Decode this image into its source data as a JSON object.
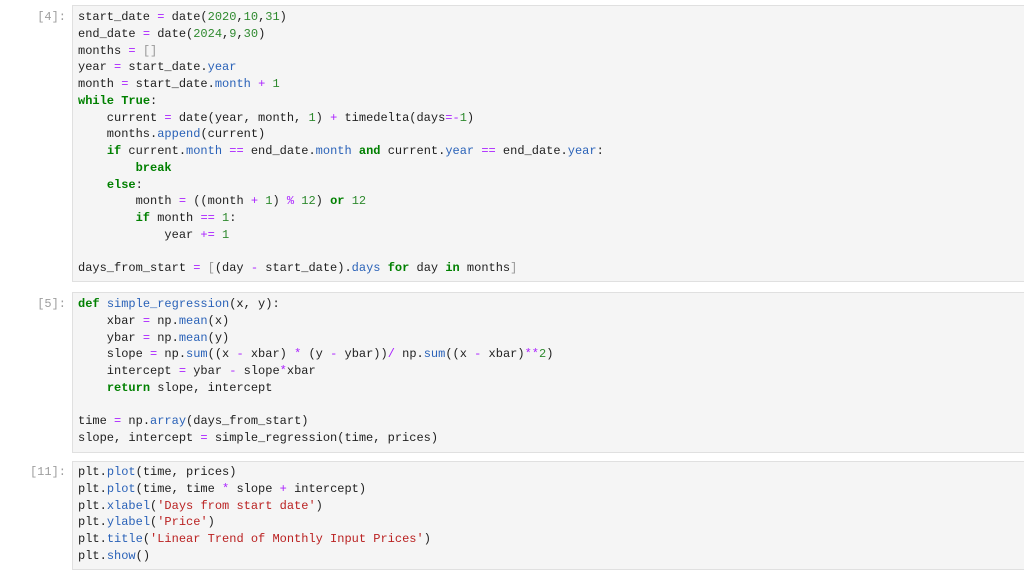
{
  "cells": [
    {
      "prompt": "[4]:",
      "lines": [
        [
          [
            "n",
            "start_date "
          ],
          [
            "o",
            "="
          ],
          [
            "n",
            " date("
          ],
          [
            "m",
            "2020"
          ],
          [
            "n",
            ","
          ],
          [
            "m",
            "10"
          ],
          [
            "n",
            ","
          ],
          [
            "m",
            "31"
          ],
          [
            "n",
            ")"
          ]
        ],
        [
          [
            "n",
            "end_date "
          ],
          [
            "o",
            "="
          ],
          [
            "n",
            " date("
          ],
          [
            "m",
            "2024"
          ],
          [
            "n",
            ","
          ],
          [
            "m",
            "9"
          ],
          [
            "n",
            ","
          ],
          [
            "m",
            "30"
          ],
          [
            "n",
            ")"
          ]
        ],
        [
          [
            "n",
            "months "
          ],
          [
            "o",
            "="
          ],
          [
            "n",
            " "
          ],
          [
            "p",
            "[]"
          ]
        ],
        [
          [
            "n",
            "year "
          ],
          [
            "o",
            "="
          ],
          [
            "n",
            " start_date."
          ],
          [
            "a",
            "year"
          ]
        ],
        [
          [
            "n",
            "month "
          ],
          [
            "o",
            "="
          ],
          [
            "n",
            " start_date."
          ],
          [
            "a",
            "month"
          ],
          [
            "n",
            " "
          ],
          [
            "o",
            "+"
          ],
          [
            "n",
            " "
          ],
          [
            "m",
            "1"
          ]
        ],
        [
          [
            "k",
            "while"
          ],
          [
            "n",
            " "
          ],
          [
            "k",
            "True"
          ],
          [
            "n",
            ":"
          ]
        ],
        [
          [
            "n",
            "    current "
          ],
          [
            "o",
            "="
          ],
          [
            "n",
            " date(year, month, "
          ],
          [
            "m",
            "1"
          ],
          [
            "n",
            ") "
          ],
          [
            "o",
            "+"
          ],
          [
            "n",
            " timedelta(days"
          ],
          [
            "o",
            "=-"
          ],
          [
            "m",
            "1"
          ],
          [
            "n",
            ")"
          ]
        ],
        [
          [
            "n",
            "    months."
          ],
          [
            "a",
            "append"
          ],
          [
            "n",
            "(current)"
          ]
        ],
        [
          [
            "n",
            "    "
          ],
          [
            "k",
            "if"
          ],
          [
            "n",
            " current."
          ],
          [
            "a",
            "month"
          ],
          [
            "n",
            " "
          ],
          [
            "o",
            "=="
          ],
          [
            "n",
            " end_date."
          ],
          [
            "a",
            "month"
          ],
          [
            "n",
            " "
          ],
          [
            "k",
            "and"
          ],
          [
            "n",
            " current."
          ],
          [
            "a",
            "year"
          ],
          [
            "n",
            " "
          ],
          [
            "o",
            "=="
          ],
          [
            "n",
            " end_date."
          ],
          [
            "a",
            "year"
          ],
          [
            "n",
            ":"
          ]
        ],
        [
          [
            "n",
            "        "
          ],
          [
            "k",
            "break"
          ]
        ],
        [
          [
            "n",
            "    "
          ],
          [
            "k",
            "else"
          ],
          [
            "n",
            ":"
          ]
        ],
        [
          [
            "n",
            "        month "
          ],
          [
            "o",
            "="
          ],
          [
            "n",
            " ((month "
          ],
          [
            "o",
            "+"
          ],
          [
            "n",
            " "
          ],
          [
            "m",
            "1"
          ],
          [
            "n",
            ") "
          ],
          [
            "o",
            "%"
          ],
          [
            "n",
            " "
          ],
          [
            "m",
            "12"
          ],
          [
            "n",
            ") "
          ],
          [
            "k",
            "or"
          ],
          [
            "n",
            " "
          ],
          [
            "m",
            "12"
          ]
        ],
        [
          [
            "n",
            "        "
          ],
          [
            "k",
            "if"
          ],
          [
            "n",
            " month "
          ],
          [
            "o",
            "=="
          ],
          [
            "n",
            " "
          ],
          [
            "m",
            "1"
          ],
          [
            "n",
            ":"
          ]
        ],
        [
          [
            "n",
            "            year "
          ],
          [
            "o",
            "+="
          ],
          [
            "n",
            " "
          ],
          [
            "m",
            "1"
          ]
        ],
        [],
        [
          [
            "n",
            "days_from_start "
          ],
          [
            "o",
            "="
          ],
          [
            "n",
            " "
          ],
          [
            "p",
            "["
          ],
          [
            "n",
            "(day "
          ],
          [
            "o",
            "-"
          ],
          [
            "n",
            " start_date)."
          ],
          [
            "a",
            "days"
          ],
          [
            "n",
            " "
          ],
          [
            "k",
            "for"
          ],
          [
            "n",
            " day "
          ],
          [
            "k",
            "in"
          ],
          [
            "n",
            " months"
          ],
          [
            "p",
            "]"
          ]
        ]
      ]
    },
    {
      "prompt": "[5]:",
      "lines": [
        [
          [
            "k",
            "def"
          ],
          [
            "n",
            " "
          ],
          [
            "f",
            "simple_regression"
          ],
          [
            "n",
            "(x, y):"
          ]
        ],
        [
          [
            "n",
            "    xbar "
          ],
          [
            "o",
            "="
          ],
          [
            "n",
            " np."
          ],
          [
            "a",
            "mean"
          ],
          [
            "n",
            "(x)"
          ]
        ],
        [
          [
            "n",
            "    ybar "
          ],
          [
            "o",
            "="
          ],
          [
            "n",
            " np."
          ],
          [
            "a",
            "mean"
          ],
          [
            "n",
            "(y)"
          ]
        ],
        [
          [
            "n",
            "    slope "
          ],
          [
            "o",
            "="
          ],
          [
            "n",
            " np."
          ],
          [
            "a",
            "sum"
          ],
          [
            "n",
            "((x "
          ],
          [
            "o",
            "-"
          ],
          [
            "n",
            " xbar) "
          ],
          [
            "o",
            "*"
          ],
          [
            "n",
            " (y "
          ],
          [
            "o",
            "-"
          ],
          [
            "n",
            " ybar))"
          ],
          [
            "o",
            "/"
          ],
          [
            "n",
            " np."
          ],
          [
            "a",
            "sum"
          ],
          [
            "n",
            "((x "
          ],
          [
            "o",
            "-"
          ],
          [
            "n",
            " xbar)"
          ],
          [
            "o",
            "**"
          ],
          [
            "m",
            "2"
          ],
          [
            "n",
            ")"
          ]
        ],
        [
          [
            "n",
            "    intercept "
          ],
          [
            "o",
            "="
          ],
          [
            "n",
            " ybar "
          ],
          [
            "o",
            "-"
          ],
          [
            "n",
            " slope"
          ],
          [
            "o",
            "*"
          ],
          [
            "n",
            "xbar"
          ]
        ],
        [
          [
            "n",
            "    "
          ],
          [
            "k",
            "return"
          ],
          [
            "n",
            " slope, intercept"
          ]
        ],
        [],
        [
          [
            "n",
            "time "
          ],
          [
            "o",
            "="
          ],
          [
            "n",
            " np."
          ],
          [
            "a",
            "array"
          ],
          [
            "n",
            "(days_from_start)"
          ]
        ],
        [
          [
            "n",
            "slope, intercept "
          ],
          [
            "o",
            "="
          ],
          [
            "n",
            " simple_regression(time, prices)"
          ]
        ]
      ]
    },
    {
      "prompt": "[11]:",
      "lines": [
        [
          [
            "n",
            "plt."
          ],
          [
            "a",
            "plot"
          ],
          [
            "n",
            "(time, prices)"
          ]
        ],
        [
          [
            "n",
            "plt."
          ],
          [
            "a",
            "plot"
          ],
          [
            "n",
            "(time, time "
          ],
          [
            "o",
            "*"
          ],
          [
            "n",
            " slope "
          ],
          [
            "o",
            "+"
          ],
          [
            "n",
            " intercept)"
          ]
        ],
        [
          [
            "n",
            "plt."
          ],
          [
            "a",
            "xlabel"
          ],
          [
            "n",
            "("
          ],
          [
            "s",
            "'Days from start date'"
          ],
          [
            "n",
            ")"
          ]
        ],
        [
          [
            "n",
            "plt."
          ],
          [
            "a",
            "ylabel"
          ],
          [
            "n",
            "("
          ],
          [
            "s",
            "'Price'"
          ],
          [
            "n",
            ")"
          ]
        ],
        [
          [
            "n",
            "plt."
          ],
          [
            "a",
            "title"
          ],
          [
            "n",
            "("
          ],
          [
            "s",
            "'Linear Trend of Monthly Input Prices'"
          ],
          [
            "n",
            ")"
          ]
        ],
        [
          [
            "n",
            "plt."
          ],
          [
            "a",
            "show"
          ],
          [
            "n",
            "()"
          ]
        ]
      ]
    }
  ]
}
